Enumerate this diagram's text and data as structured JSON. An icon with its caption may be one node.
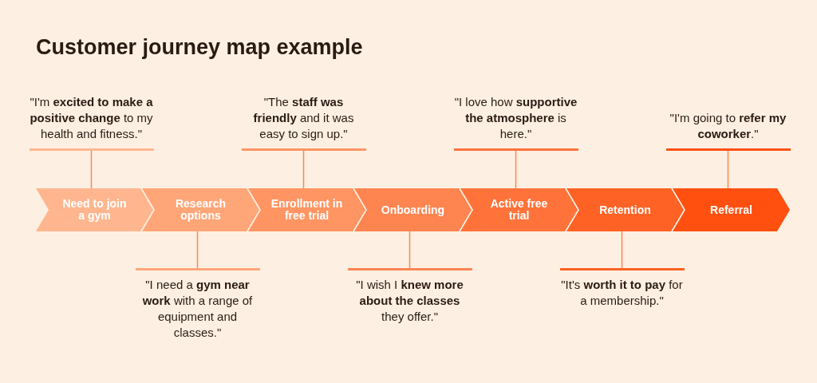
{
  "diagram": {
    "title": "Customer journey map example",
    "nodes": [
      {
        "text": [
          "Need to join a gym"
        ]
      },
      {
        "text": [
          "Research options"
        ]
      },
      {
        "text": [
          "Enrollment in free trial"
        ]
      },
      {
        "text": [
          "Onboarding"
        ]
      },
      {
        "text": [
          "Active free trial"
        ]
      },
      {
        "text": [
          "Retention"
        ]
      },
      {
        "text": [
          "Referral"
        ]
      },
      {
        "text": [
          "\"I'm **excited to make a positive change** to my health and fitness.\""
        ]
      },
      {
        "text": [
          "\"I need a **gym near work** with a range of equipment and classes.\""
        ]
      },
      {
        "text": [
          "\"The **staff was friendly** and it was easy to sign up.\""
        ]
      },
      {
        "text": [
          "\"I wish I **knew more about the classes** they offer.\""
        ]
      },
      {
        "text": [
          "\"I love how **supportive the atmosphere** is here.\""
        ]
      },
      {
        "text": [
          "\"It's **worth it to pay** for a membership.\""
        ]
      },
      {
        "text": [
          "\"I'm going to **refer my coworker**.\""
        ]
      }
    ],
    "edges": [
      {
        "from": 7,
        "to": 0,
        "arrow": "none"
      },
      {
        "from": 8,
        "to": 1,
        "arrow": "none"
      },
      {
        "from": 9,
        "to": 2,
        "arrow": "none"
      },
      {
        "from": 10,
        "to": 3,
        "arrow": "none"
      },
      {
        "from": 11,
        "to": 4,
        "arrow": "none"
      },
      {
        "from": 12,
        "to": 5,
        "arrow": "none"
      },
      {
        "from": 13,
        "to": 6,
        "arrow": "none"
      }
    ]
  }
}
